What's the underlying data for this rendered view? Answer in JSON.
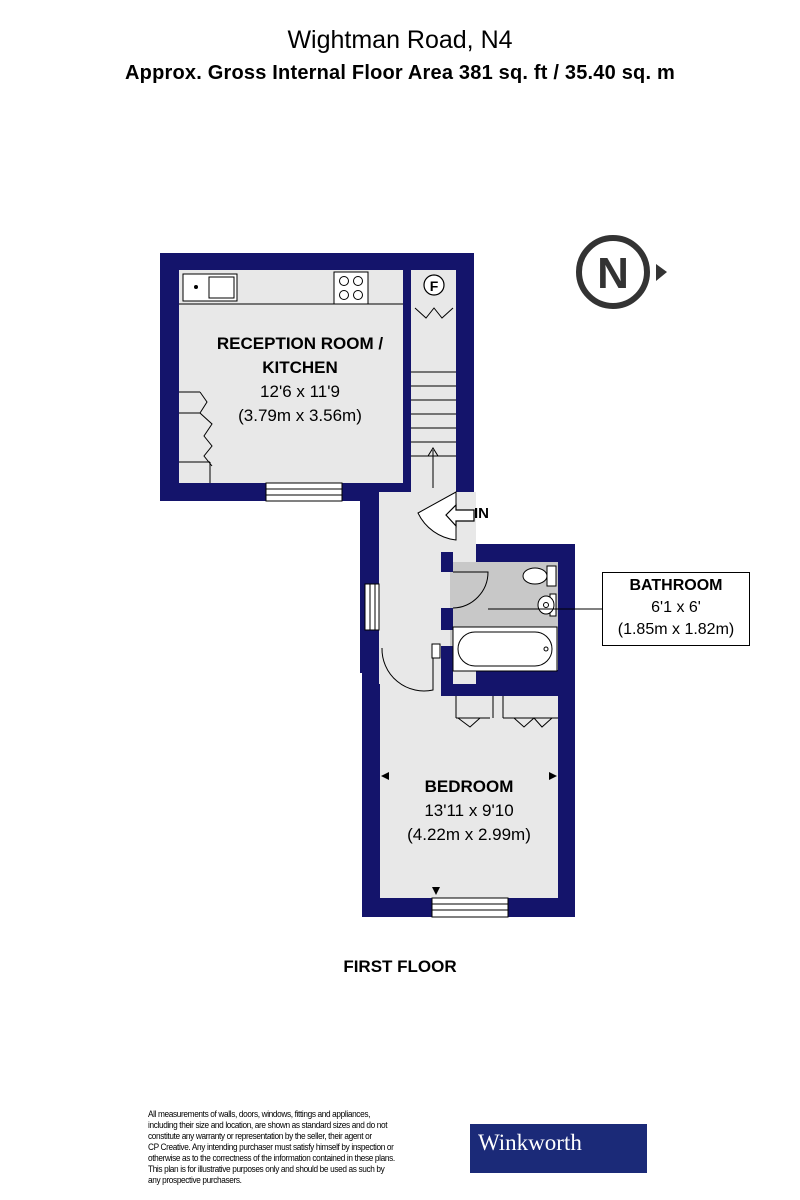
{
  "header": {
    "title": "Wightman Road, N4",
    "subtitle": "Approx. Gross Internal Floor Area 381 sq. ft / 35.40 sq. m"
  },
  "rooms": {
    "reception": {
      "name_line1": "RECEPTION ROOM /",
      "name_line2": "KITCHEN",
      "imperial": "12'6 x 11'9",
      "metric": "(3.79m x 3.56m)"
    },
    "bathroom": {
      "name": "BATHROOM",
      "imperial": "6'1 x 6'",
      "metric": "(1.85m x 1.82m)"
    },
    "bedroom": {
      "name": "BEDROOM",
      "imperial": "13'11 x 9'10",
      "metric": "(4.22m x 2.99m)"
    }
  },
  "labels": {
    "entrance": "IN",
    "fridge": "F",
    "floor": "FIRST FLOOR",
    "compass": "N"
  },
  "footer": {
    "disclaimer_lines": [
      "All measurements of walls, doors, windows, fittings and appliances,",
      "including their size and location, are shown as standard sizes and do not",
      "constitute any warranty or representation by the seller, their agent or",
      "CP Creative. Any intending purchaser must satisfy himself by inspection or",
      "otherwise as to the correctness of the information contained in these plans.",
      "This plan is for illustrative purposes only and should be used as such by",
      "any prospective purchasers."
    ],
    "logo_text": "Winkworth"
  },
  "colors": {
    "wall": "#14146b",
    "floor": "#e8e8e8",
    "bathroom_floor": "#c8c8c8",
    "logo_bg": "#1b2a78"
  }
}
